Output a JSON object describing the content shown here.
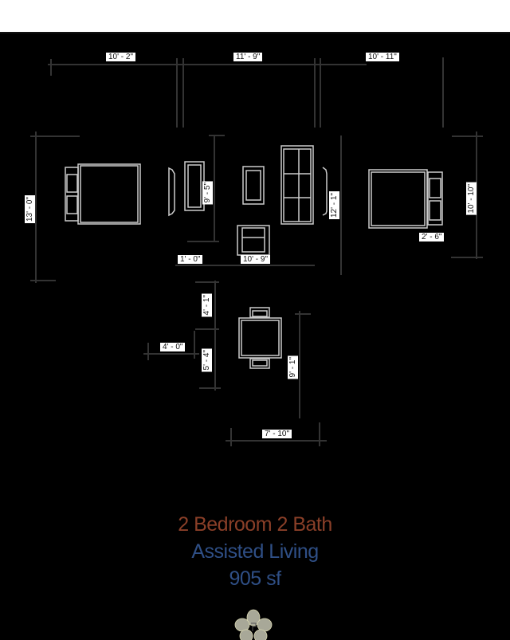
{
  "title": {
    "line1": "2 Bedroom 2 Bath",
    "line2": "Assisted Living",
    "line3": "905 sf",
    "line1_color": "#8a3f28",
    "line2_color": "#2f4f86"
  },
  "dimensions": {
    "top": [
      "10' - 2\"",
      "11' - 9\"",
      "10' - 11\""
    ],
    "left_bedroom": "13' - 0\"",
    "living_height": "9' - 5\"",
    "closet_width": "1' - 0\"",
    "living_width": "10' - 9\"",
    "kitchen_height": "12' - 1\"",
    "right_bedroom": "10' - 10\"",
    "nightstand": "2' - 6\"",
    "bath_upper": "4' - 1\"",
    "bath_lower": "5' - 4\"",
    "bath_width": "4' - 0\"",
    "dining_height": "9' - 1\"",
    "dining_width": "7' - 10\""
  },
  "icons": {
    "logo": "flower-logo-icon"
  }
}
